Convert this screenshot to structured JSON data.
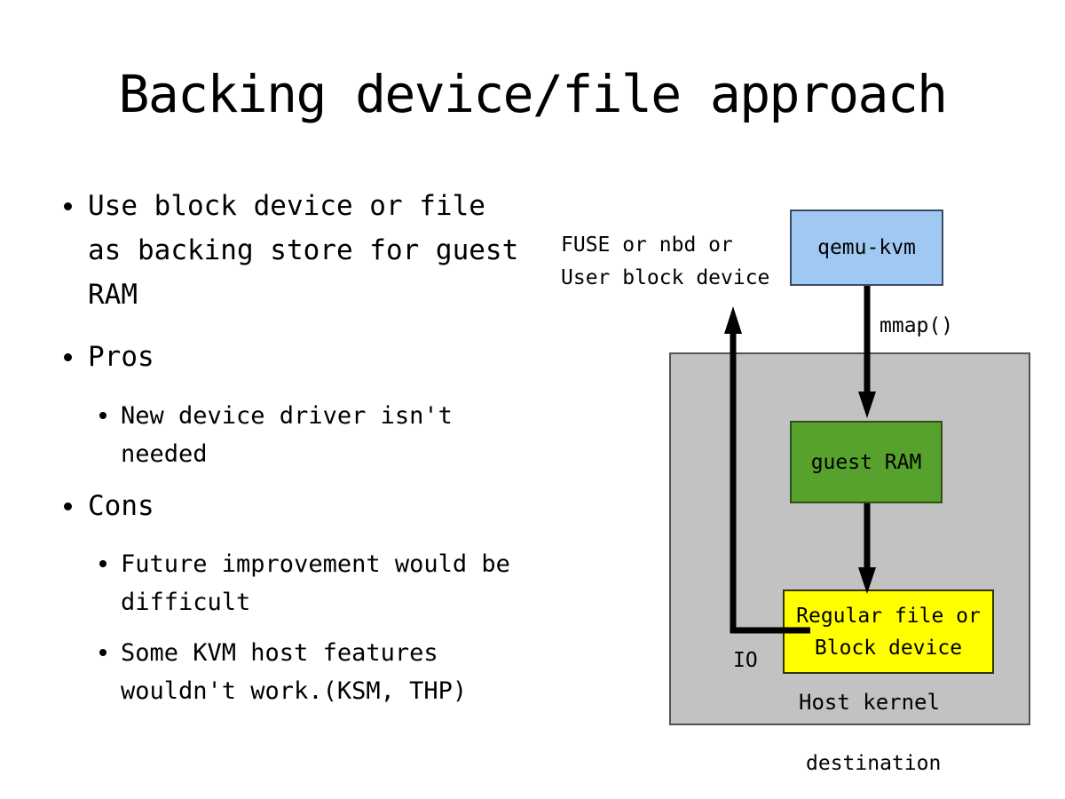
{
  "title": "Backing device/file approach",
  "bullets": [
    {
      "level": 1,
      "text": "Use block device or file as backing store for guest RAM"
    },
    {
      "level": 1,
      "text": "Pros"
    },
    {
      "level": 2,
      "text": "New device driver isn't needed"
    },
    {
      "level": 1,
      "text": "Cons"
    },
    {
      "level": 2,
      "text": "Future improvement would be difficult"
    },
    {
      "level": 2,
      "text": "Some KVM host features wouldn't work.(KSM, THP)"
    }
  ],
  "diagram": {
    "fuse_label": {
      "line1": "FUSE or nbd or",
      "line2": "User block device"
    },
    "qemu_box_label": "qemu-kvm",
    "mmap_label": "mmap()",
    "guest_ram_label": "guest RAM",
    "file_box": {
      "line1": "Regular file or",
      "line2": "Block device"
    },
    "io_label": "IO",
    "host_kernel_label": "Host kernel",
    "destination_label": "destination"
  },
  "colors": {
    "background": "#ffffff",
    "text": "#000000",
    "arrow": "#000000",
    "qemu_fill": "#9fc9f3",
    "qemu_border": "#3b4a61",
    "ram_fill": "#57a12d",
    "ram_border": "#2d5016",
    "file_fill": "#ffff00",
    "file_border": "#333300",
    "kernel_fill": "#c2c2c2",
    "kernel_border": "#545454"
  }
}
